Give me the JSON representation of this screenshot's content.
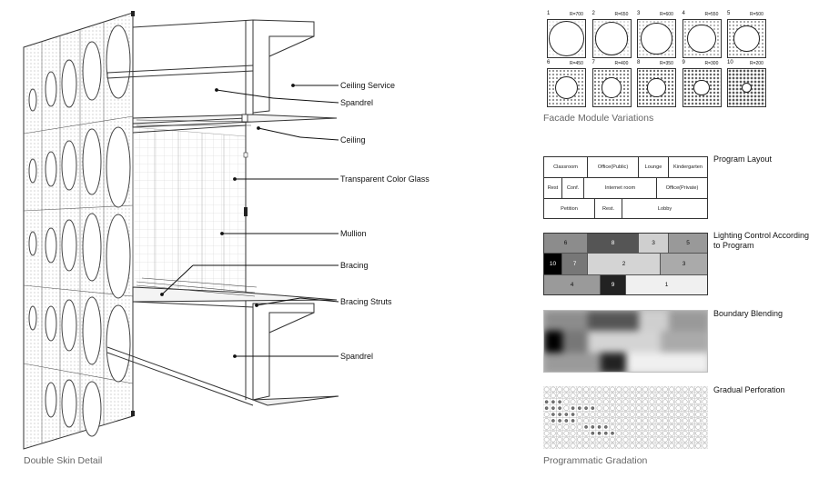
{
  "labels": {
    "ceiling_service": "Ceiling Service",
    "spandrel_top": "Spandrel",
    "ceiling": "Ceiling",
    "transparent_glass": "Transparent Color Glass",
    "mullion": "Mullion",
    "bracing": "Bracing",
    "bracing_struts": "Bracing Struts",
    "spandrel_bottom": "Spandrel"
  },
  "captions": {
    "double_skin": "Double Skin Detail",
    "facade_modules": "Facade Module Variations",
    "programmatic": "Programmatic Gradation"
  },
  "section_titles": {
    "program_layout": "Program Layout",
    "lighting_line1": "Lighting Control According",
    "lighting_line2": "to Program",
    "boundary": "Boundary Blending",
    "perforation": "Gradual Perforation"
  },
  "modules": [
    {
      "num": "1",
      "r": "R=700",
      "ratio": 0.92
    },
    {
      "num": "2",
      "r": "R=650",
      "ratio": 0.86
    },
    {
      "num": "3",
      "r": "R=600",
      "ratio": 0.8
    },
    {
      "num": "4",
      "r": "R=550",
      "ratio": 0.73
    },
    {
      "num": "5",
      "r": "R=500",
      "ratio": 0.67
    },
    {
      "num": "6",
      "r": "R=450",
      "ratio": 0.6
    },
    {
      "num": "7",
      "r": "R=400",
      "ratio": 0.53
    },
    {
      "num": "8",
      "r": "R=350",
      "ratio": 0.47
    },
    {
      "num": "9",
      "r": "R=300",
      "ratio": 0.4
    },
    {
      "num": "10",
      "r": "R=200",
      "ratio": 0.27
    }
  ],
  "program": {
    "row1": [
      "Classroom",
      "Office(Public)",
      "Lounge",
      "Kindergarten"
    ],
    "row2": [
      "Rest",
      "Conf.",
      "Internet room",
      "Office(Private)"
    ],
    "row3": [
      "Petition",
      "Rest.",
      "Lobby"
    ]
  },
  "lighting": {
    "row1": [
      "6",
      "8",
      "3",
      "5"
    ],
    "row2": [
      "10",
      "7",
      "2",
      "3"
    ],
    "row3": [
      "4",
      "9",
      "1"
    ]
  }
}
